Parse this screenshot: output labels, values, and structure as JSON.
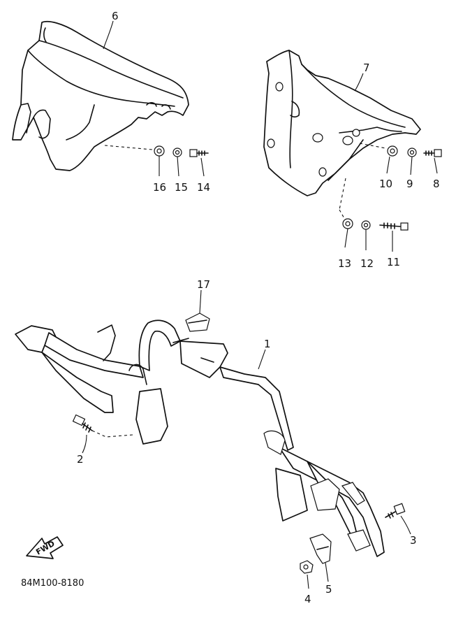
{
  "figure_code": "84M100-8180",
  "fwd_label": "FWD",
  "callouts": [
    "1",
    "2",
    "3",
    "4",
    "5",
    "6",
    "7",
    "8",
    "9",
    "10",
    "11",
    "12",
    "13",
    "14",
    "15",
    "16",
    "17"
  ]
}
